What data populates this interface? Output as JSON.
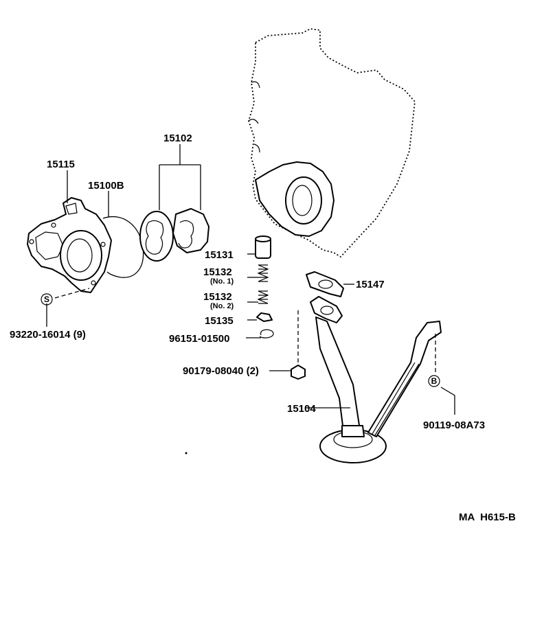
{
  "diagram_code": "MA  H615-B",
  "callouts": {
    "c15115": "15115",
    "c15100b": "15100B",
    "c15102": "15102",
    "c15131": "15131",
    "c15132a": "15132",
    "c15132a_sub": "(No. 1)",
    "c15132b": "15132",
    "c15132b_sub": "(No. 2)",
    "c15135": "15135",
    "c96151": "96151-01500",
    "c15147": "15147",
    "c90179": "90179-08040 (2)",
    "c15104": "15104",
    "c90119": "90119-08A73",
    "c93220": "93220-16014 (9)"
  },
  "markers": {
    "s_mark": "S",
    "b_mark": "B"
  }
}
